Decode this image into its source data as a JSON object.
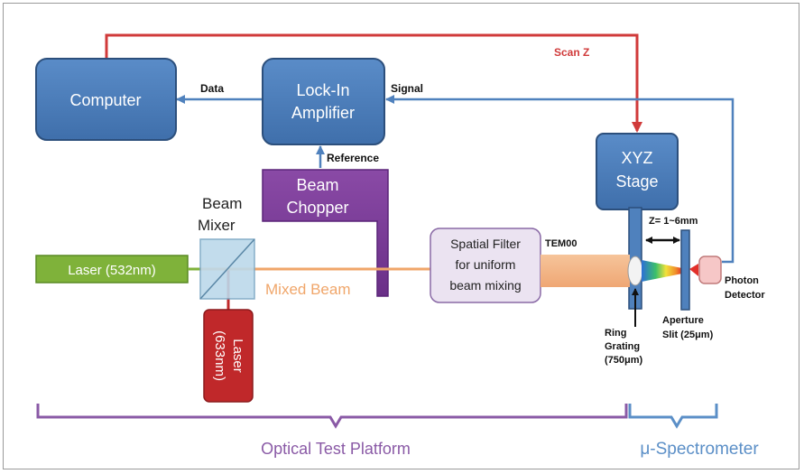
{
  "boxes": {
    "computer": "Computer",
    "lockin_line1": "Lock-In",
    "lockin_line2": "Amplifier",
    "xyz_line1": "XYZ",
    "xyz_line2": "Stage",
    "chopper_line1": "Beam",
    "chopper_line2": "Chopper",
    "laser532": "Laser (532nm)",
    "laser633_line1": "Laser",
    "laser633_line2": "(633nm)",
    "spatial_line1": "Spatial Filter",
    "spatial_line2": "for uniform",
    "spatial_line3": "beam mixing",
    "mixer_line1": "Beam",
    "mixer_line2": "Mixer"
  },
  "labels": {
    "scan_z": "Scan Z",
    "data": "Data",
    "signal": "Signal",
    "reference": "Reference",
    "mixed_beam": "Mixed Beam",
    "tem00": "TEM00",
    "distance": "Z= 1~6mm",
    "photon_line1": "Photon",
    "photon_line2": "Detector",
    "aperture_line1": "Aperture",
    "aperture_line2": "Slit (25μm)",
    "ring_line1": "Ring",
    "ring_line2": "Grating",
    "ring_line3": "(750μm)"
  },
  "groups": {
    "optical_platform": "Optical Test Platform",
    "spectrometer": "μ-Spectrometer"
  },
  "colors": {
    "blue_box": "#4f81bd",
    "blue_border": "#2c4f7c",
    "purple": "#7f3f98",
    "green": "#7fb23a",
    "red": "#c0282a",
    "orange_beam": "#f3b27e",
    "group_purple": "#8a5aa6",
    "group_blue": "#5b8fc7",
    "scan_red": "#d03a3a"
  }
}
